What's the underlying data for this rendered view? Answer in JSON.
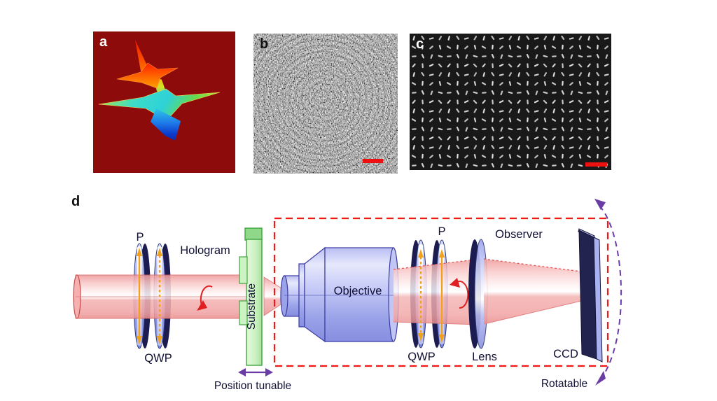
{
  "panels": {
    "a": {
      "label": "a"
    },
    "b": {
      "label": "b"
    },
    "c": {
      "label": "c"
    },
    "d": {
      "label": "d",
      "polarizer_left": "P",
      "qwp_left": "QWP",
      "hologram": "Hologram",
      "substrate": "Substrate",
      "objective": "Objective",
      "polarizer_right": "P",
      "qwp_right": "QWP",
      "observer": "Observer",
      "lens": "Lens",
      "ccd": "CCD",
      "position_tunable": "Position tunable",
      "rotatable": "Rotatable"
    }
  },
  "colors": {
    "beam_pink": "#f7b6b6",
    "optic_periwinkle": "#aab2f0",
    "substrate_green": "#cdf2c4",
    "dashed_box_red": "#f51616",
    "rotation_arrow_red": "#e02020",
    "polarization_arrow_yellow": "#f0a21c",
    "tuning_arrow_purple": "#6a3ca6",
    "label_ink_navy": "#101034",
    "panel_a_background": "#8e0b0b",
    "panel_c_background": "#191919",
    "scale_bar_red": "#ee1111"
  }
}
